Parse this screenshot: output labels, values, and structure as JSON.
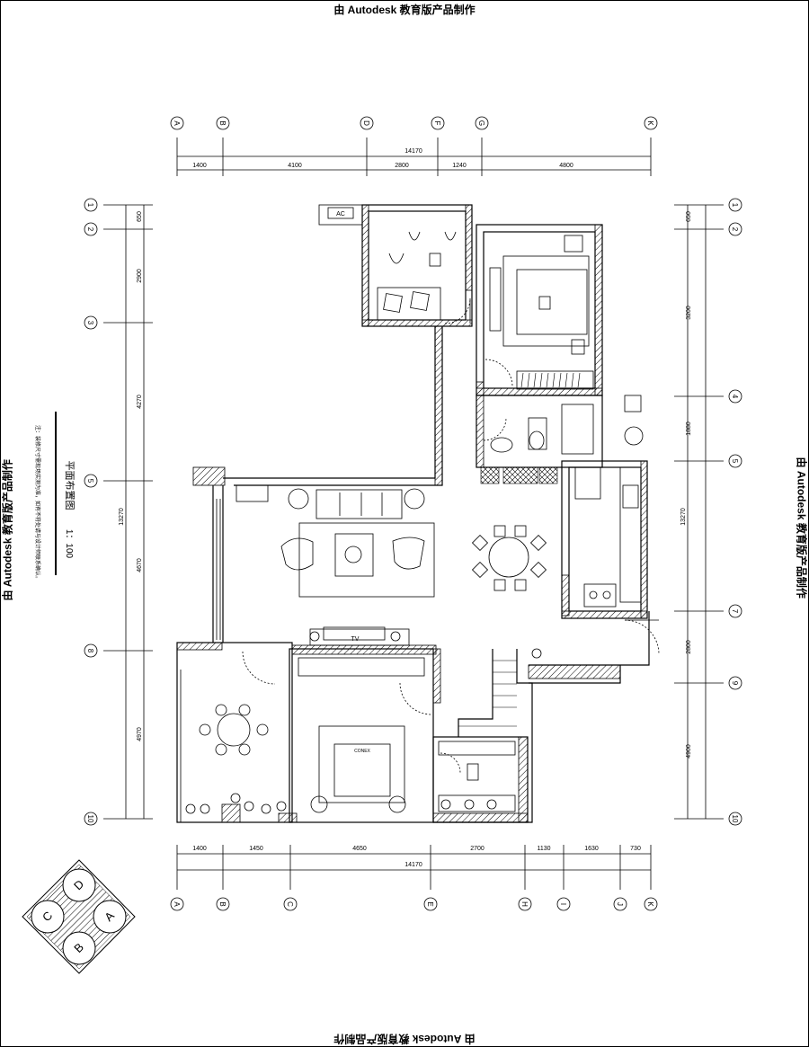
{
  "watermark": "由 Autodesk 教育版产品制作",
  "title_block": {
    "title": "平面布置图",
    "scale": "1：100",
    "note": "注：装修尺寸需现场实测为准，如有不符处请与设计师联系确认。"
  },
  "grid": {
    "top_labels": [
      "A",
      "B",
      "D",
      "F",
      "G",
      "K"
    ],
    "bottom_labels": [
      "A",
      "B",
      "C",
      "E",
      "H",
      "I",
      "J",
      "K"
    ],
    "left_labels": [
      "1",
      "2",
      "3",
      "5",
      "8",
      "10"
    ],
    "right_labels": [
      "1",
      "2",
      "4",
      "5",
      "7",
      "9",
      "10"
    ]
  },
  "dimensions": {
    "top_total": "14170",
    "top_segments": [
      "1400",
      "4100",
      "2800",
      "1240",
      "4800"
    ],
    "bottom_total": "14170",
    "bottom_segments": [
      "1400",
      "1450",
      "4650",
      "2700",
      "1130",
      "1630",
      "730"
    ],
    "left_total": "13270",
    "left_segments": [
      "650",
      "2900",
      "4270",
      "4670",
      "4970"
    ],
    "right_total": "13270",
    "right_segments": [
      "650",
      "3200",
      "1880",
      "2800",
      "4900"
    ]
  },
  "labels": {
    "ac": "AC",
    "tv": "TV",
    "bed_sign": "CONEX"
  },
  "compass": [
    "A",
    "B",
    "C",
    "D"
  ]
}
